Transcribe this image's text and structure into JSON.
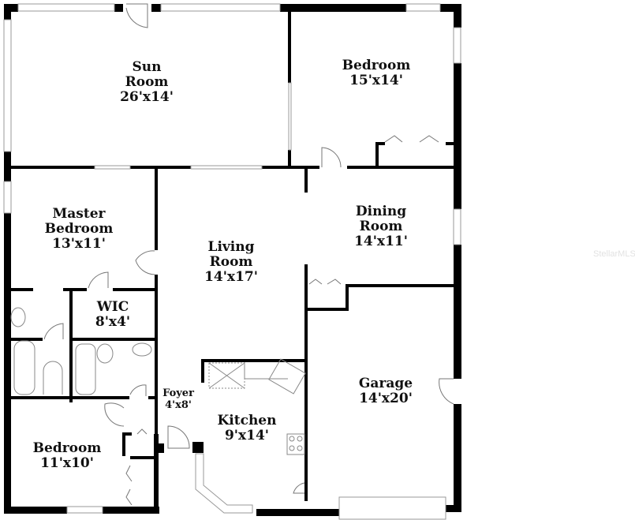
{
  "floor_plan": {
    "rooms": [
      {
        "id": "sun-room",
        "name_lines": [
          "Sun",
          "Room"
        ],
        "dimensions": "26'x14'"
      },
      {
        "id": "bedroom-2",
        "name_lines": [
          "Bedroom"
        ],
        "dimensions": "15'x14'"
      },
      {
        "id": "master-bedroom",
        "name_lines": [
          "Master",
          "Bedroom"
        ],
        "dimensions": "13'x11'"
      },
      {
        "id": "dining-room",
        "name_lines": [
          "Dining",
          "Room"
        ],
        "dimensions": "14'x11'"
      },
      {
        "id": "living-room",
        "name_lines": [
          "Living",
          "Room"
        ],
        "dimensions": "14'x17'"
      },
      {
        "id": "wic",
        "name_lines": [
          "WIC"
        ],
        "dimensions": "8'x4'"
      },
      {
        "id": "foyer",
        "name_lines": [
          "Foyer"
        ],
        "dimensions": "4'x8'"
      },
      {
        "id": "kitchen",
        "name_lines": [
          "Kitchen"
        ],
        "dimensions": "9'x14'"
      },
      {
        "id": "garage",
        "name_lines": [
          "Garage"
        ],
        "dimensions": "14'x20'"
      },
      {
        "id": "bedroom-3",
        "name_lines": [
          "Bedroom"
        ],
        "dimensions": "11'x10'"
      }
    ],
    "watermark": "StellarMLS",
    "colors": {
      "wall": "#000000",
      "window": "#999999",
      "fixture": "#888888",
      "background": "#ffffff"
    }
  }
}
